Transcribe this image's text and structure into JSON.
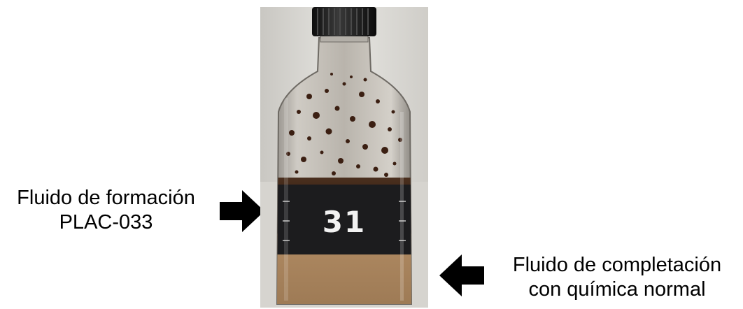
{
  "labels": {
    "formation_line1": "Fluido de formación",
    "formation_line2": "PLAC-033",
    "completion_line1": "Fluido de completación",
    "completion_line2": "con química normal"
  },
  "bottle": {
    "label_number": "31"
  },
  "colors": {
    "cap": "#1e1e1e",
    "oil_layer": "#2e1d12",
    "water_layer": "#a8835d",
    "label_band": "#1c1c1e",
    "background_wall": "#dcdcd8"
  },
  "icons": {
    "left_arrow": "arrow-right-icon",
    "right_arrow": "arrow-left-icon"
  }
}
